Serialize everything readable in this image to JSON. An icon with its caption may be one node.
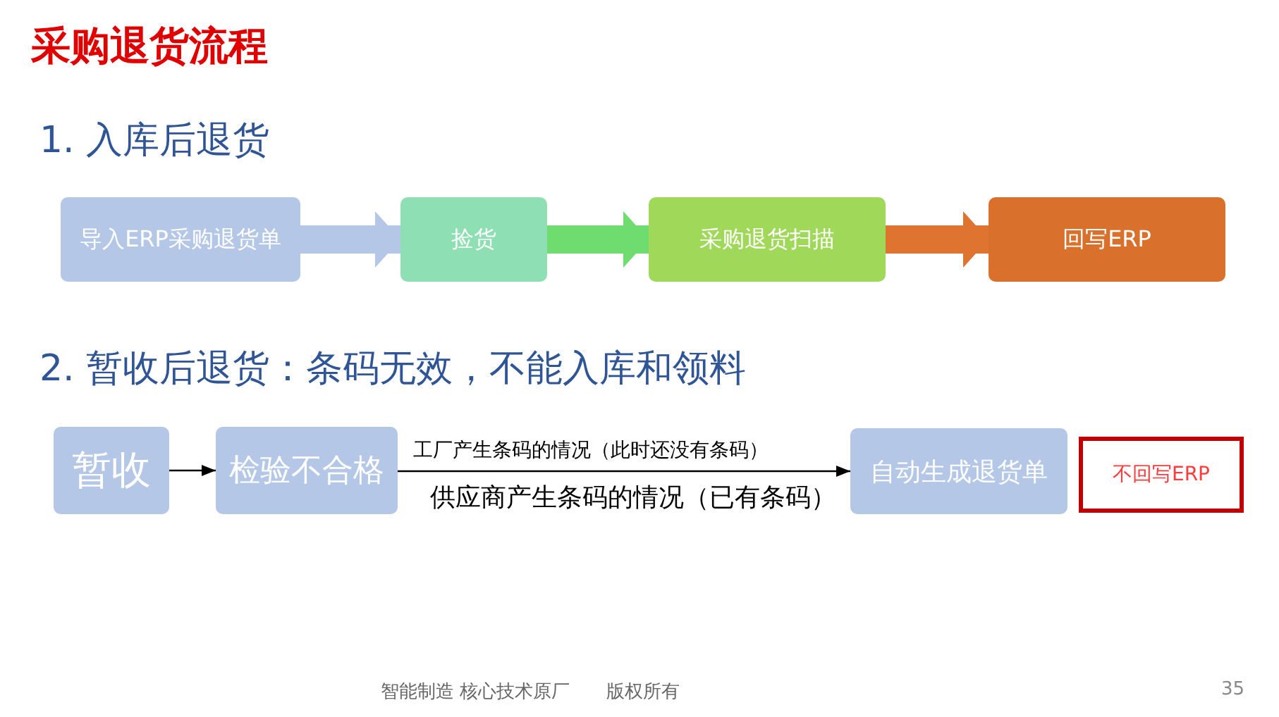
{
  "diagram": {
    "title": "采购退货流程",
    "nodes": [
      {
        "text": [
          "导入ERP采购退货单"
        ]
      },
      {
        "text": [
          "捡货"
        ]
      },
      {
        "text": [
          "采购退货扫描"
        ]
      },
      {
        "text": [
          "回写ERP"
        ]
      },
      {
        "text": [
          "暂收"
        ]
      },
      {
        "text": [
          "检验不合格"
        ]
      },
      {
        "text": [
          "自动生成退货单"
        ]
      },
      {
        "text": [
          "不回写ERP"
        ]
      }
    ],
    "edges": [
      {
        "from": 0,
        "to": 1,
        "arrow": "to",
        "color": "#b4c7e7"
      },
      {
        "from": 1,
        "to": 2,
        "arrow": "to",
        "color": "#6fdc6f"
      },
      {
        "from": 2,
        "to": 3,
        "arrow": "to",
        "color": "#de7430"
      },
      {
        "from": 4,
        "to": 5,
        "arrow": "to"
      },
      {
        "from": 5,
        "to": 6,
        "arrow": "to",
        "label": "工厂产生条码的情况（此时还没有条码）"
      }
    ],
    "labels": [
      "1. 入库后退货",
      "2. 暂收后退货：条码无效，不能入库和领料",
      "供应商产生条码的情况（已有条码）",
      "智能制造 核心技术原厂",
      "版权所有",
      "35"
    ]
  }
}
